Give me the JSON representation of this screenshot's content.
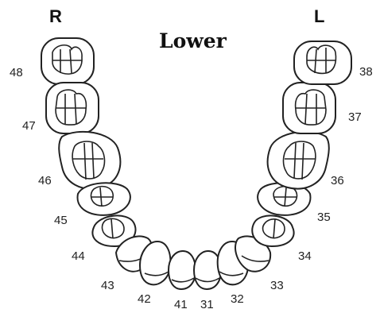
{
  "title": "Lower",
  "side_labels": {
    "right": "R",
    "left": "L"
  },
  "teeth_right": {
    "t48": "48",
    "t47": "47",
    "t46": "46",
    "t45": "45",
    "t44": "44",
    "t43": "43",
    "t42": "42",
    "t41": "41"
  },
  "teeth_left": {
    "t31": "31",
    "t32": "32",
    "t33": "33",
    "t34": "34",
    "t35": "35",
    "t36": "36",
    "t37": "37",
    "t38": "38"
  }
}
